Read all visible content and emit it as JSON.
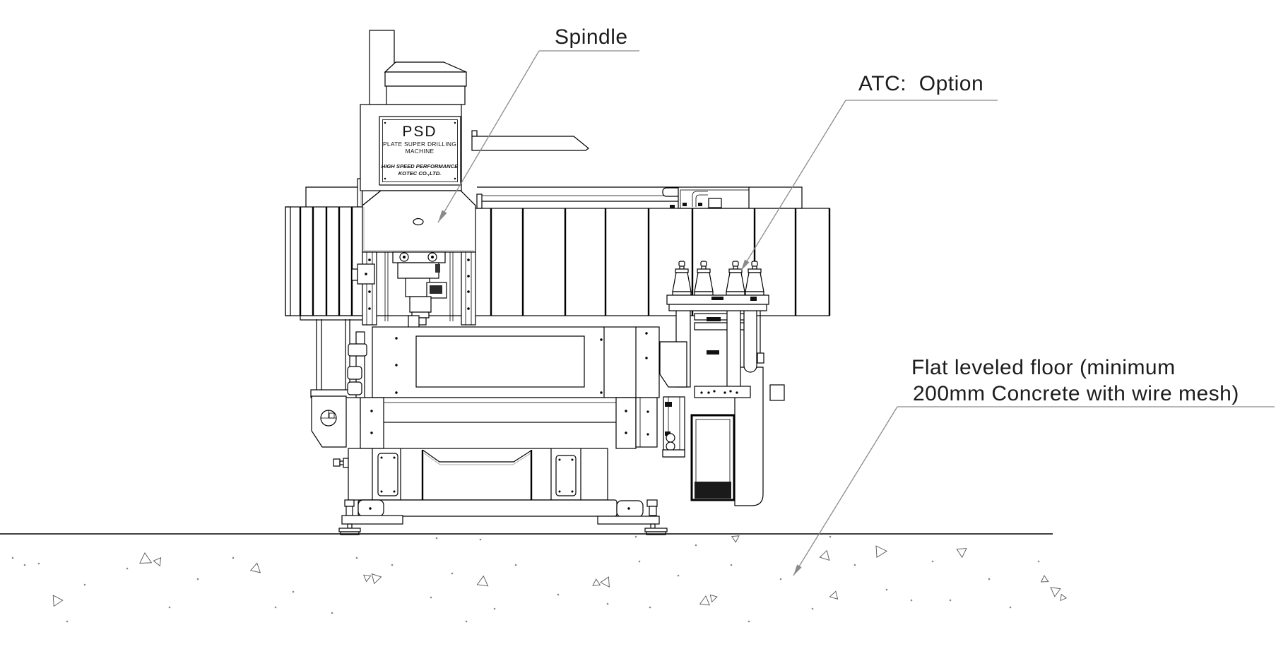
{
  "annotations": {
    "spindle": "Spindle",
    "atc": "ATC:  Option",
    "floor_line1": "Flat leveled floor (minimum",
    "floor_line2": "200mm Concrete with wire mesh)"
  },
  "nameplate": {
    "model": "PSD",
    "sub1": "PLATE SUPER DRILLING",
    "sub2": "MACHINE",
    "tag1": "HIGH SPEED PERFORMANCE",
    "tag2": "KOTEC CO.,LTD."
  },
  "colors": {
    "line": "#000000",
    "leader": "#8a8a8a",
    "background": "#ffffff"
  }
}
